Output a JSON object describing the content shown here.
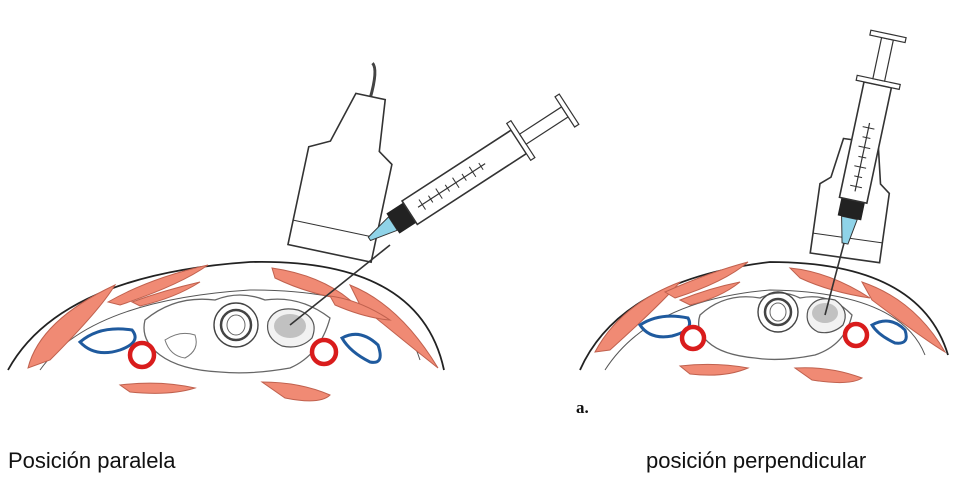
{
  "captions": {
    "left": "Posición paralela",
    "right": "posición perpendicular"
  },
  "panel_label": "a.",
  "colors": {
    "muscle": "#f08a74",
    "artery": "#d91c1c",
    "vein": "#1f5a9e",
    "outline": "#333333",
    "needle_tip": "#8fd3e8",
    "plunger": "#222222"
  },
  "icons": [
    "ultrasound-probe-icon",
    "syringe-icon"
  ]
}
